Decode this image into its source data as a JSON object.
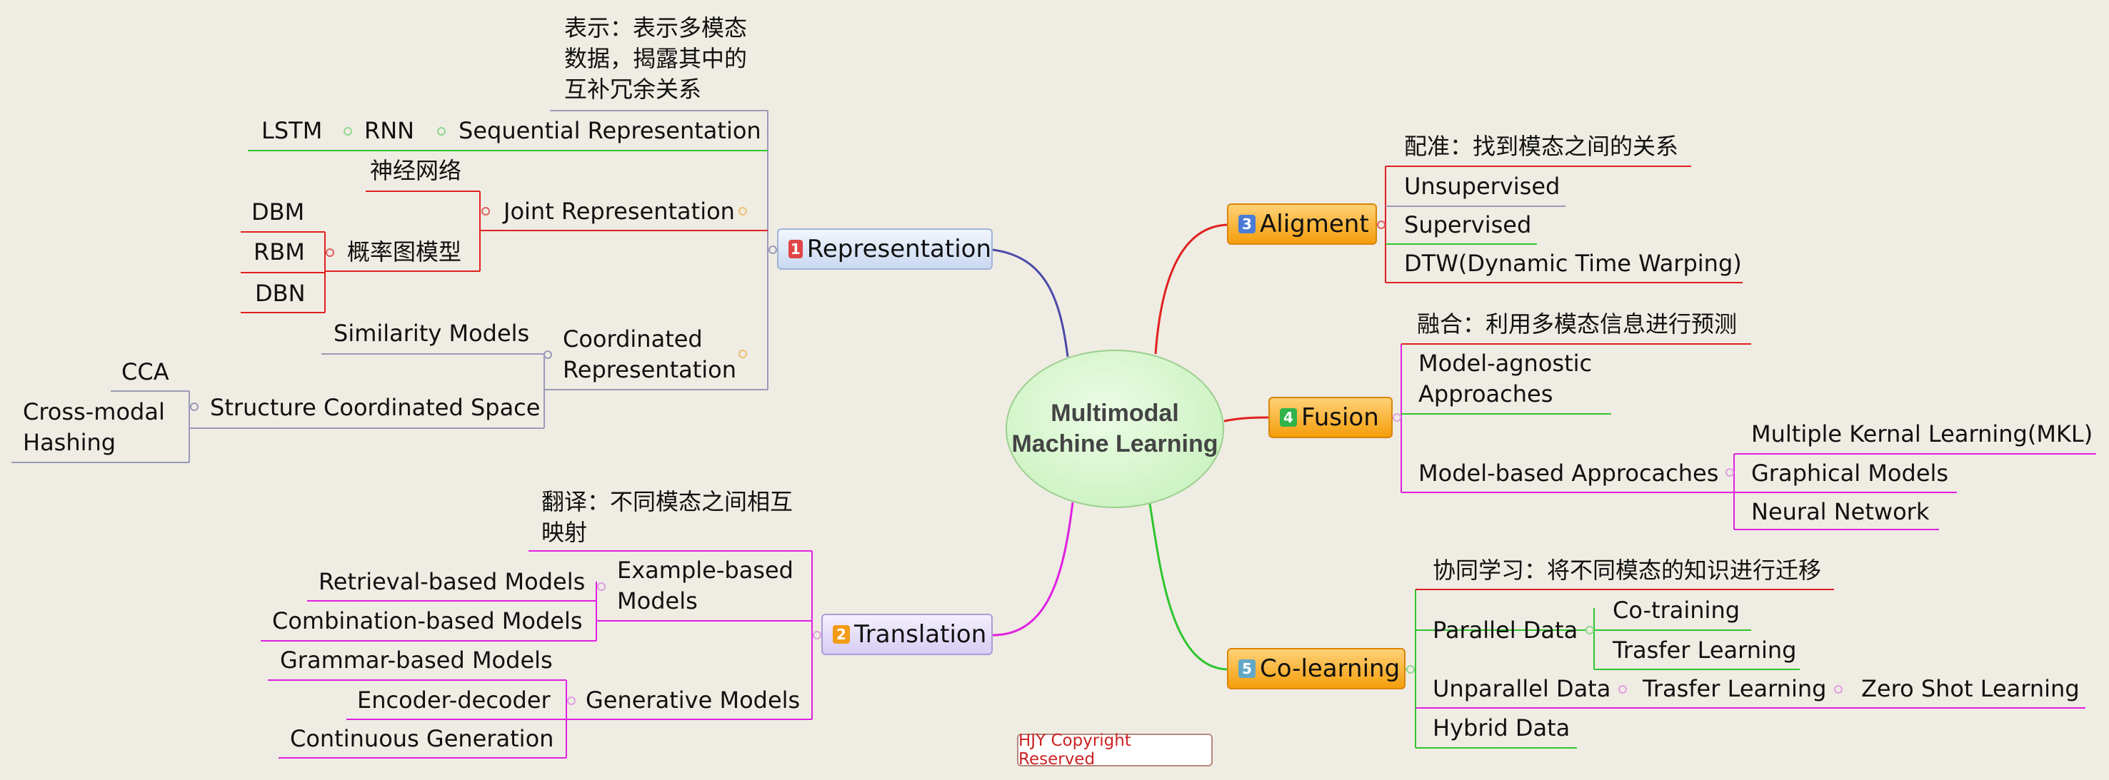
{
  "central": {
    "title": "Multimodal Machine Learning"
  },
  "branches": {
    "representation": {
      "number": "1",
      "label": "Representation",
      "note": "表示：表示多模态数据，揭露其中的互补冗余关系",
      "sequential": {
        "label": "Sequential Representation",
        "rnn": "RNN",
        "lstm": "LSTM"
      },
      "joint": {
        "label": "Joint Representation",
        "nn": "神经网络",
        "pgm": "概率图模型",
        "dbm": "DBM",
        "rbm": "RBM",
        "dbn": "DBN"
      },
      "coordinated": {
        "label": "Coordinated Representation",
        "similarity": "Similarity Models",
        "structure": "Structure Coordinated Space",
        "cca": "CCA",
        "hashing": "Cross-modal Hashing"
      }
    },
    "translation": {
      "number": "2",
      "label": "Translation",
      "note": "翻译：不同模态之间相互映射",
      "example": {
        "label": "Example-based Models",
        "retrieval": "Retrieval-based Models",
        "combination": "Combination-based Models"
      },
      "generative": {
        "label": "Generative Models",
        "grammar": "Grammar-based Models",
        "encdec": "Encoder-decoder",
        "continuous": "Continuous Generation"
      }
    },
    "alignment": {
      "number": "3",
      "label": "Aligment",
      "note": "配准：找到模态之间的关系",
      "unsupervised": "Unsupervised",
      "supervised": "Supervised",
      "dtw": "DTW(Dynamic Time Warping)"
    },
    "fusion": {
      "number": "4",
      "label": "Fusion",
      "note": "融合：利用多模态信息进行预测",
      "agnostic": "Model-agnostic Approaches",
      "model_based": {
        "label": "Model-based Approcaches",
        "mkl": "Multiple Kernal Learning(MKL)",
        "graphical": "Graphical Models",
        "neural": "Neural Network"
      }
    },
    "colearning": {
      "number": "5",
      "label": "Co-learning",
      "note": "协同学习：将不同模态的知识进行迁移",
      "parallel": {
        "label": "Parallel Data",
        "cotraining": "Co-training",
        "transfer": "Trasfer Learning"
      },
      "unparallel": {
        "label": "Unparallel Data",
        "transfer": "Trasfer Learning",
        "zeroshot": "Zero Shot Learning"
      },
      "hybrid": "Hybrid Data"
    }
  },
  "colors": {
    "red": "#e02020",
    "green": "#2ec52e",
    "magenta": "#e020e0",
    "navy": "#4a4aa8",
    "gray": "#9a9ab8"
  },
  "copyright": "HJY Copyright Reserved"
}
